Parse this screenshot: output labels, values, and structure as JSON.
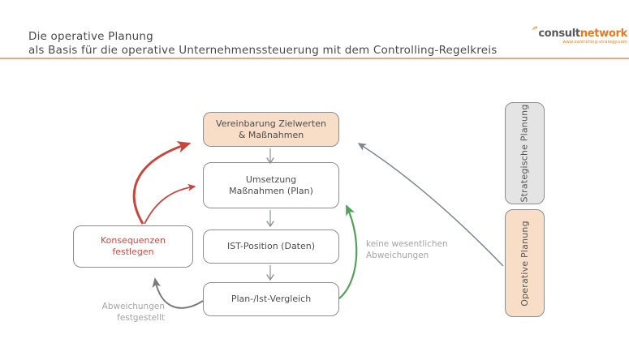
{
  "slide": {
    "title": "Die operative Planung\nals Basis für die operative Unternehmenssteuerung  mit dem Controlling-Regelkreis"
  },
  "logo": {
    "name_part1": "consult",
    "name_part2": "network",
    "tagline": "www.controlling-strategy.com",
    "icon": "orange-dots-cluster-icon"
  },
  "diagram": {
    "boxes": {
      "vereinbarung": {
        "label": "Vereinbarung Zielwerten\n& Maßnahmen"
      },
      "umsetzung": {
        "label": "Umsetzung\nMaßnahmen (Plan)"
      },
      "ist": {
        "label": "IST-Position (Daten)"
      },
      "plan_ist": {
        "label": "Plan-/Ist-Vergleich"
      },
      "konsequenzen": {
        "label": "Konsequenzen\nfestlegen"
      },
      "strategische": {
        "label": "Strategische Planung"
      },
      "operative": {
        "label": "Operative Planung"
      }
    },
    "annotations": {
      "keine": "keine wesentlichen\nAbweichungen",
      "abweichungen": "Abweichungen\nfestgestellt"
    },
    "arrows": [
      {
        "from": "Vereinbarung Zielwerten & Maßnahmen",
        "to": "Umsetzung Maßnahmen (Plan)",
        "color": "#8A92A0"
      },
      {
        "from": "Umsetzung Maßnahmen (Plan)",
        "to": "IST-Position (Daten)",
        "color": "#8A92A0"
      },
      {
        "from": "IST-Position (Daten)",
        "to": "Plan-/Ist-Vergleich",
        "color": "#8A92A0"
      },
      {
        "from": "Plan-/Ist-Vergleich",
        "to": "Konsequenzen festlegen",
        "color": "#7A7A7A"
      },
      {
        "from": "Plan-/Ist-Vergleich",
        "to": "Umsetzung Maßnahmen (Plan)",
        "color": "#55A05C"
      },
      {
        "from": "Konsequenzen festlegen",
        "to": "Vereinbarung Zielwerten & Maßnahmen",
        "color": "#C9463D"
      },
      {
        "from": "Konsequenzen festlegen",
        "to": "Umsetzung Maßnahmen (Plan)",
        "color": "#C9463D"
      },
      {
        "from": "Operative Planung",
        "to": "Vereinbarung Zielwerten & Maßnahmen",
        "color": "#7E8593"
      }
    ]
  },
  "colors": {
    "peach_fill": "#F8DDC7",
    "gray_fill": "#E4E4E4",
    "box_border": "#8D8D8D",
    "box_text": "#4D4D4D",
    "red": "#C9463D",
    "red_text": "#CB4A45",
    "green": "#55A05C",
    "connector_gray": "#8A92A0",
    "curve_gray": "#7A7A7A",
    "slate": "#7E8593",
    "label_gray": "#A5A5A5",
    "title_text": "#4A4A4A",
    "header_rule": "#EDA77E",
    "logo_orange": "#E8791D",
    "logo_gray": "#58595B"
  }
}
